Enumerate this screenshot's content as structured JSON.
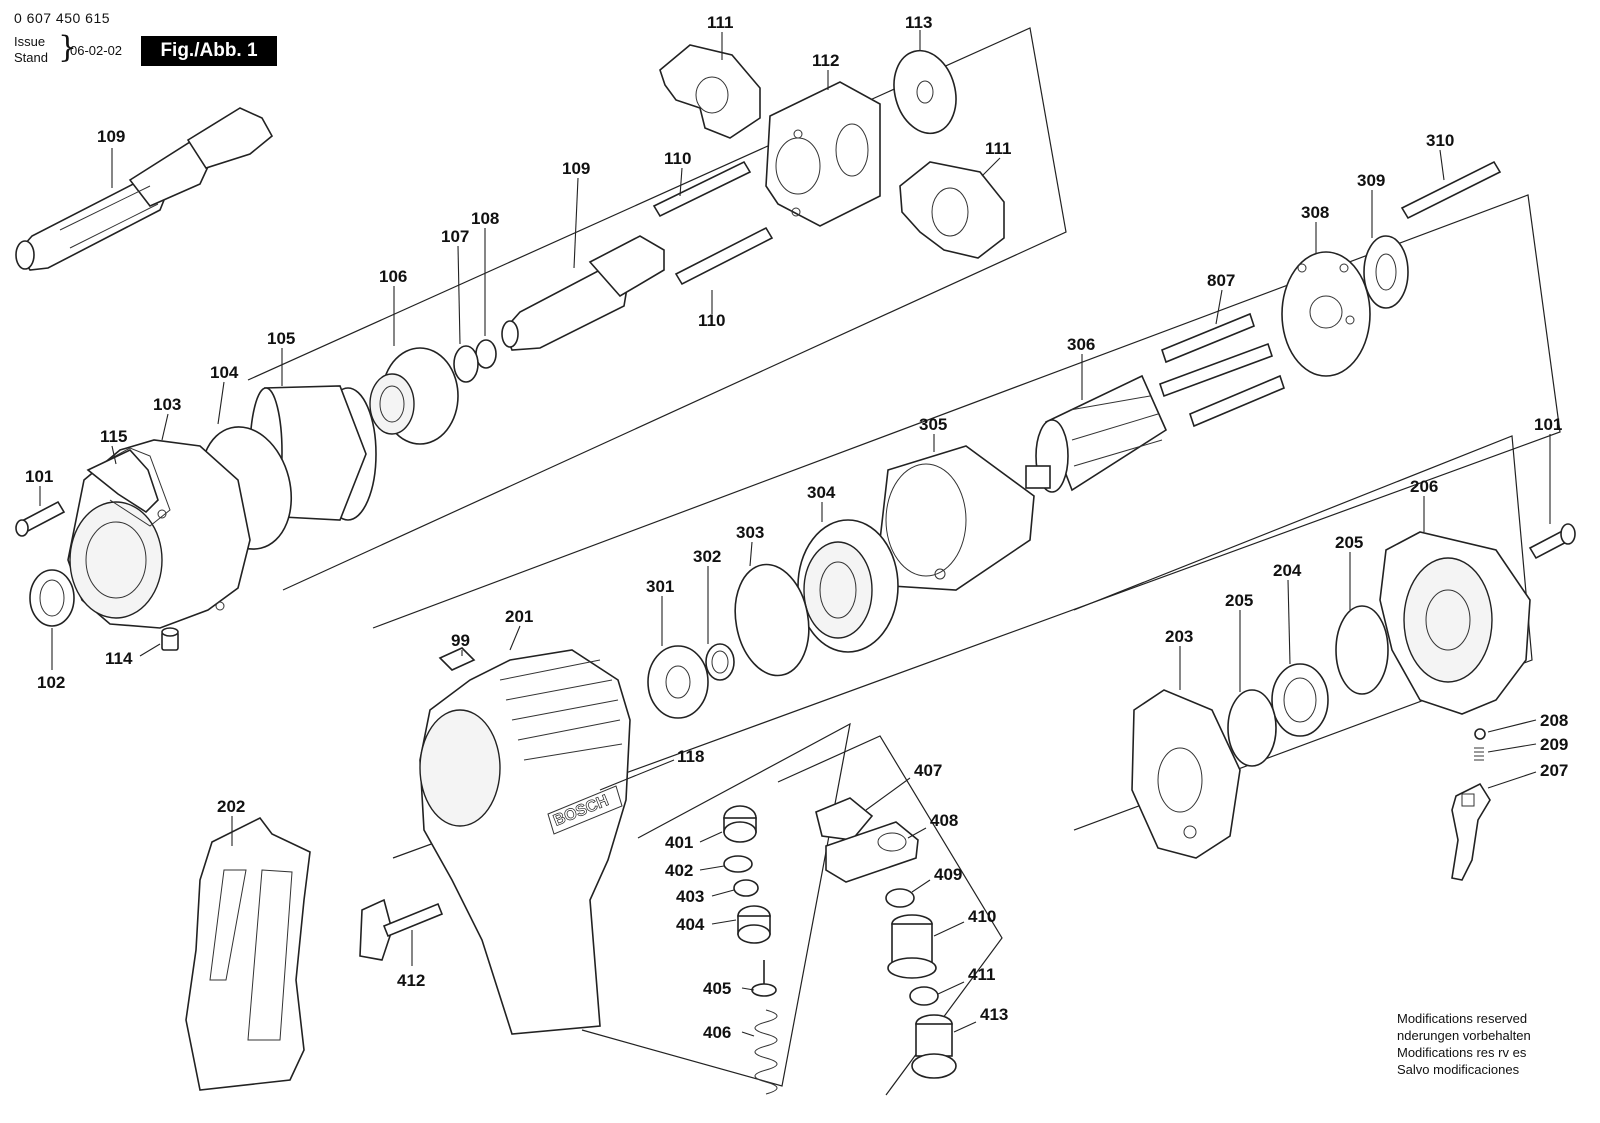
{
  "header": {
    "part_number": "0 607 450 615",
    "issue_label": "Issue",
    "stand_label": "Stand",
    "date": "06-02-02",
    "figure": "Fig./Abb. 1"
  },
  "footer": {
    "lines": [
      "Modifications reserved",
      " nderungen vorbehalten",
      "Modifications res rv es",
      "Salvo modificaciones"
    ]
  },
  "part_labels": {
    "p109a": "109",
    "p111a": "111",
    "p112": "112",
    "p113": "113",
    "p109b": "109",
    "p110a": "110",
    "p111b": "111",
    "p110b": "110",
    "p108": "108",
    "p107": "107",
    "p106": "106",
    "p105": "105",
    "p104": "104",
    "p103": "103",
    "p115": "115",
    "p101a": "101",
    "p102": "102",
    "p114": "114",
    "p310": "310",
    "p309": "309",
    "p308": "308",
    "p807": "807",
    "p306": "306",
    "p305": "305",
    "p304": "304",
    "p303": "303",
    "p302": "302",
    "p301": "301",
    "p201": "201",
    "p99": "99",
    "p118": "118",
    "p202": "202",
    "p412": "412",
    "p401": "401",
    "p402": "402",
    "p403": "403",
    "p404": "404",
    "p405": "405",
    "p406": "406",
    "p407": "407",
    "p408": "408",
    "p409": "409",
    "p410": "410",
    "p411": "411",
    "p413": "413",
    "p101b": "101",
    "p206": "206",
    "p205a": "205",
    "p205b": "205",
    "p204": "204",
    "p203": "203",
    "p208": "208",
    "p209": "209",
    "p207": "207"
  },
  "embossing": {
    "brand": "BOSCH"
  }
}
